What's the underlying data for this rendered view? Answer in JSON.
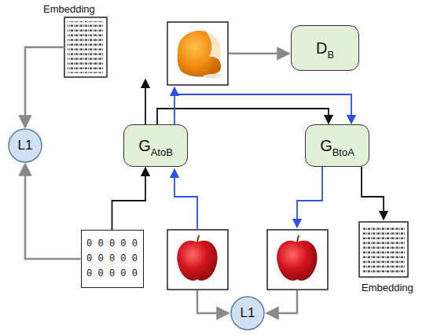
{
  "diagram": {
    "nodes": [
      {
        "text": [
          "G",
          "AtoB"
        ]
      },
      {
        "text": [
          "G",
          "BtoA"
        ]
      },
      {
        "text": [
          "D",
          "B"
        ]
      },
      {
        "text": [
          "L1"
        ]
      },
      {
        "text": [
          "L1"
        ]
      },
      {
        "text": [
          "0 0 0 0 0 0 0 0 0 0 0 0 0 0 0"
        ]
      }
    ],
    "edges": [
      {
        "from": 5,
        "to": 0,
        "arrow": "to"
      },
      {
        "from": 5,
        "to": 3,
        "arrow": "to"
      },
      {
        "from": 0,
        "to": 1,
        "arrow": "to"
      },
      {
        "from": 0,
        "to": 1,
        "arrow": "to"
      }
    ],
    "labels": [
      "Embedding",
      "Embedding"
    ]
  }
}
